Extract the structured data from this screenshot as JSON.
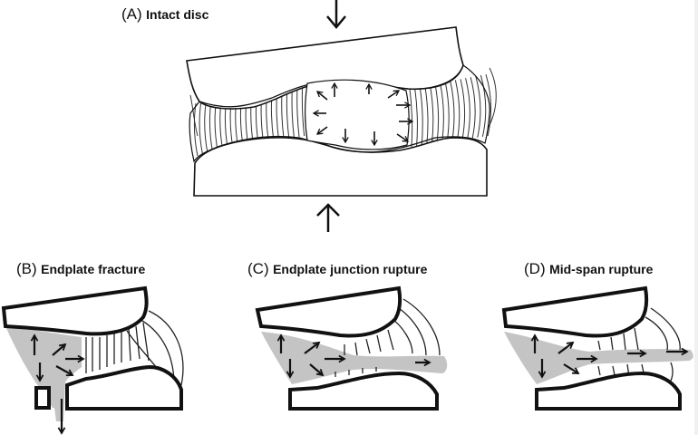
{
  "figure": {
    "panels": [
      {
        "id": "A",
        "tag": "(A)",
        "title": "Intact disc"
      },
      {
        "id": "B",
        "tag": "(B)",
        "title": "Endplate fracture"
      },
      {
        "id": "C",
        "tag": "(C)",
        "title": "Endplate junction rupture"
      },
      {
        "id": "D",
        "tag": "(D)",
        "title": "Mid-span rupture"
      }
    ],
    "colors": {
      "line": "#111111",
      "nucleus_fill": "#c4c4c4",
      "background": "#ffffff"
    },
    "icons": {
      "load_arrow_top": "arrow-down-icon",
      "load_arrow_bottom": "arrow-up-icon",
      "pressure_arrows": "outward-arrows-icon"
    }
  }
}
